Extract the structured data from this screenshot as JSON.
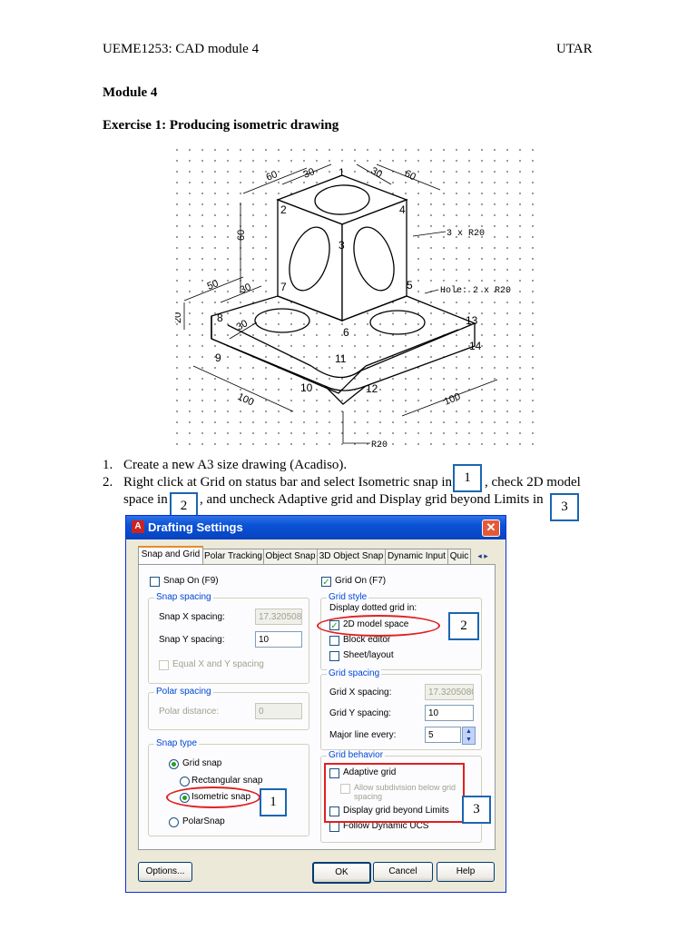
{
  "header": {
    "course": "UEME1253: CAD module 4",
    "org": "UTAR"
  },
  "module_title": "Module 4",
  "exercise_title": "Exercise 1: Producing isometric drawing",
  "drawing": {
    "dims": [
      "60",
      "30",
      "30",
      "60",
      "60",
      "50",
      "30",
      "20",
      "30",
      "100",
      "100"
    ],
    "point_labels": [
      "1",
      "2",
      "3",
      "4",
      "5",
      "6",
      "7",
      "8",
      "9",
      "10",
      "11",
      "12",
      "13",
      "14"
    ],
    "leader_notes": {
      "r20_three": "3 x R20",
      "hole": "Hole: 2 x R20",
      "r20": "R20"
    }
  },
  "steps": [
    {
      "num": "1.",
      "text": "Create a new A3 size drawing (Acadiso)."
    },
    {
      "num": "2.",
      "text_a": "Right click at Grid on status bar and select Isometric snap in",
      "text_b": ", check 2D model",
      "text_c": "space in",
      "text_d": ", and uncheck Adaptive grid and Display grid beyond Limits in"
    }
  ],
  "callouts": {
    "one": "1",
    "two": "2",
    "three": "3"
  },
  "dialog": {
    "title": "Drafting Settings",
    "icon_letter": "A",
    "close": "✕",
    "tabs": [
      "Snap and Grid",
      "Polar Tracking",
      "Object Snap",
      "3D Object Snap",
      "Dynamic Input",
      "Quic"
    ],
    "tab_scroll": "◂ ▸",
    "snap_on": "Snap On (F9)",
    "grid_on": "Grid On (F7)",
    "snap_spacing": {
      "title": "Snap spacing",
      "x_label": "Snap X spacing:",
      "x_value": "17.3205080",
      "y_label": "Snap Y spacing:",
      "y_value": "10",
      "equal": "Equal X and Y spacing"
    },
    "polar_spacing": {
      "title": "Polar spacing",
      "label": "Polar distance:",
      "value": "0"
    },
    "snap_type": {
      "title": "Snap type",
      "grid_snap": "Grid snap",
      "rect": "Rectangular snap",
      "iso": "Isometric snap",
      "polar": "PolarSnap"
    },
    "grid_style": {
      "title": "Grid style",
      "desc": "Display dotted grid in:",
      "model": "2D model space",
      "block": "Block editor",
      "sheet": "Sheet/layout"
    },
    "grid_spacing": {
      "title": "Grid spacing",
      "x_label": "Grid X spacing:",
      "x_value": "17.3205080",
      "y_label": "Grid Y spacing:",
      "y_value": "10",
      "major_label": "Major line every:",
      "major_value": "5"
    },
    "grid_behavior": {
      "title": "Grid behavior",
      "adaptive": "Adaptive grid",
      "allow": "Allow subdivision below grid spacing",
      "beyond": "Display grid beyond Limits",
      "follow": "Follow Dynamic UCS"
    },
    "buttons": {
      "options": "Options...",
      "ok": "OK",
      "cancel": "Cancel",
      "help": "Help"
    }
  }
}
